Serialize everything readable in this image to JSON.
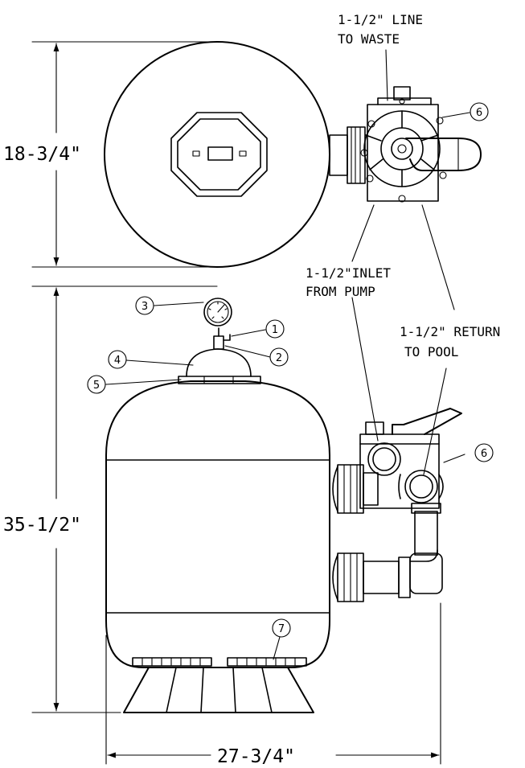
{
  "dimensions": {
    "top_view_height": "18-3/4\"",
    "side_view_height": "35-1/2\"",
    "overall_width": "27-3/4\""
  },
  "labels": {
    "waste_line_1": "1-1/2\" LINE",
    "waste_line_2": "TO WASTE",
    "inlet_line_1": "1-1/2\"INLET",
    "inlet_line_2": "FROM PUMP",
    "return_line_1": "1-1/2\" RETURN",
    "return_line_2": "TO POOL"
  },
  "callouts": {
    "c1": "1",
    "c2": "2",
    "c3": "3",
    "c4": "4",
    "c5": "5",
    "c6_top": "6",
    "c6_side": "6",
    "c7": "7"
  },
  "colors": {
    "ink": "#000000",
    "paper": "#ffffff"
  }
}
